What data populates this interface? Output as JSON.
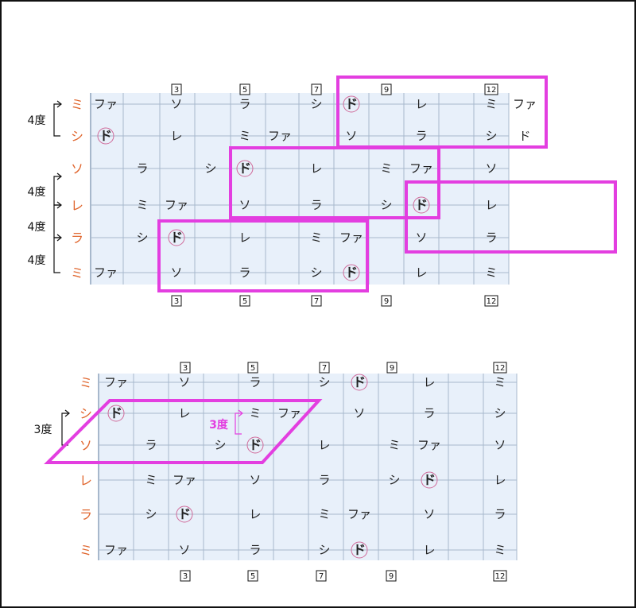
{
  "colors": {
    "board": "#e8f0fa",
    "grid": "#a7b8cc",
    "open": "#e0662e",
    "highlight": "#e33ee0",
    "text": "#222222",
    "circle": "#d06a9a"
  },
  "open_strings": [
    "ミ",
    "シ",
    "ソ",
    "レ",
    "ラ",
    "ミ"
  ],
  "fret_markers": [
    "3",
    "5",
    "7",
    "9",
    "12"
  ],
  "diagram1": {
    "interval_labels": [
      "4度",
      "4度",
      "4度",
      "4度"
    ],
    "rows": [
      {
        "notes": [
          {
            "f": 0,
            "t": "ファ"
          },
          {
            "f": 3,
            "t": "ソ"
          },
          {
            "f": 5,
            "t": "ラ"
          },
          {
            "f": 7,
            "t": "シ"
          },
          {
            "f": 8,
            "t": "ド",
            "c": true
          },
          {
            "f": 10,
            "t": "レ"
          },
          {
            "f": 12,
            "t": "ミ"
          },
          {
            "f": 13,
            "t": "ファ"
          }
        ]
      },
      {
        "notes": [
          {
            "f": 1,
            "t": "ド",
            "c": true
          },
          {
            "f": 3,
            "t": "レ"
          },
          {
            "f": 5,
            "t": "ミ"
          },
          {
            "f": 6,
            "t": "ファ"
          },
          {
            "f": 8,
            "t": "ソ"
          },
          {
            "f": 10,
            "t": "ラ"
          },
          {
            "f": 12,
            "t": "シ"
          },
          {
            "f": 13,
            "t": "ド"
          }
        ]
      },
      {
        "notes": [
          {
            "f": 2,
            "t": "ラ"
          },
          {
            "f": 4,
            "t": "シ"
          },
          {
            "f": 5,
            "t": "ド",
            "c": true
          },
          {
            "f": 7,
            "t": "レ"
          },
          {
            "f": 9,
            "t": "ミ"
          },
          {
            "f": 10,
            "t": "ファ"
          },
          {
            "f": 12,
            "t": "ソ"
          }
        ]
      },
      {
        "notes": [
          {
            "f": 2,
            "t": "ミ"
          },
          {
            "f": 3,
            "t": "ファ"
          },
          {
            "f": 5,
            "t": "ソ"
          },
          {
            "f": 7,
            "t": "ラ"
          },
          {
            "f": 9,
            "t": "シ"
          },
          {
            "f": 10,
            "t": "ド",
            "c": true
          },
          {
            "f": 12,
            "t": "レ"
          }
        ]
      },
      {
        "notes": [
          {
            "f": 2,
            "t": "シ"
          },
          {
            "f": 3,
            "t": "ド",
            "c": true
          },
          {
            "f": 5,
            "t": "レ"
          },
          {
            "f": 7,
            "t": "ミ"
          },
          {
            "f": 8,
            "t": "ファ"
          },
          {
            "f": 10,
            "t": "ソ"
          },
          {
            "f": 12,
            "t": "ラ"
          }
        ]
      },
      {
        "notes": [
          {
            "f": 0,
            "t": "ファ"
          },
          {
            "f": 3,
            "t": "ソ"
          },
          {
            "f": 5,
            "t": "ラ"
          },
          {
            "f": 7,
            "t": "シ"
          },
          {
            "f": 8,
            "t": "ド",
            "c": true
          },
          {
            "f": 10,
            "t": "レ"
          },
          {
            "f": 12,
            "t": "ミ"
          }
        ]
      }
    ]
  },
  "diagram2": {
    "interval_labels": [
      "3度",
      "3度"
    ],
    "rows": [
      {
        "notes": [
          {
            "f": 0,
            "t": "ファ"
          },
          {
            "f": 3,
            "t": "ソ"
          },
          {
            "f": 5,
            "t": "ラ"
          },
          {
            "f": 7,
            "t": "シ"
          },
          {
            "f": 8,
            "t": "ド",
            "c": true
          },
          {
            "f": 10,
            "t": "レ"
          },
          {
            "f": 12,
            "t": "ミ"
          }
        ]
      },
      {
        "notes": [
          {
            "f": 1,
            "t": "ド",
            "c": true
          },
          {
            "f": 3,
            "t": "レ"
          },
          {
            "f": 5,
            "t": "ミ"
          },
          {
            "f": 6,
            "t": "ファ"
          },
          {
            "f": 8,
            "t": "ソ"
          },
          {
            "f": 10,
            "t": "ラ"
          },
          {
            "f": 12,
            "t": "シ"
          }
        ]
      },
      {
        "notes": [
          {
            "f": 2,
            "t": "ラ"
          },
          {
            "f": 4,
            "t": "シ"
          },
          {
            "f": 5,
            "t": "ド",
            "c": true
          },
          {
            "f": 7,
            "t": "レ"
          },
          {
            "f": 9,
            "t": "ミ"
          },
          {
            "f": 10,
            "t": "ファ"
          },
          {
            "f": 12,
            "t": "ソ"
          }
        ]
      },
      {
        "notes": [
          {
            "f": 2,
            "t": "ミ"
          },
          {
            "f": 3,
            "t": "ファ"
          },
          {
            "f": 5,
            "t": "ソ"
          },
          {
            "f": 7,
            "t": "ラ"
          },
          {
            "f": 9,
            "t": "シ"
          },
          {
            "f": 10,
            "t": "ド",
            "c": true
          },
          {
            "f": 12,
            "t": "レ"
          }
        ]
      },
      {
        "notes": [
          {
            "f": 2,
            "t": "シ"
          },
          {
            "f": 3,
            "t": "ド",
            "c": true
          },
          {
            "f": 5,
            "t": "レ"
          },
          {
            "f": 7,
            "t": "ミ"
          },
          {
            "f": 8,
            "t": "ファ"
          },
          {
            "f": 10,
            "t": "ソ"
          },
          {
            "f": 12,
            "t": "ラ"
          }
        ]
      },
      {
        "notes": [
          {
            "f": 0,
            "t": "ファ"
          },
          {
            "f": 3,
            "t": "ソ"
          },
          {
            "f": 5,
            "t": "ラ"
          },
          {
            "f": 7,
            "t": "シ"
          },
          {
            "f": 8,
            "t": "ド",
            "c": true
          },
          {
            "f": 10,
            "t": "レ"
          },
          {
            "f": 12,
            "t": "ミ"
          }
        ]
      }
    ]
  }
}
